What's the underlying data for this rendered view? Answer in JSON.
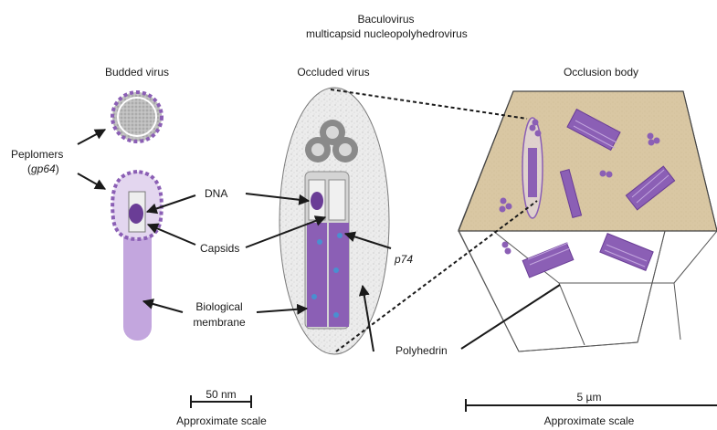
{
  "title": {
    "line1": "Baculovirus",
    "line2": "multicapsid nucleopolyhedrovirus"
  },
  "sections": {
    "budded": "Budded virus",
    "occluded": "Occluded virus",
    "occlusion_body": "Occlusion body"
  },
  "labels": {
    "peplomers": "Peplomers",
    "gp64": "gp64",
    "dna": "DNA",
    "capsids": "Capsids",
    "biological": "Biological",
    "membrane": "membrane",
    "p74": "p74",
    "polyhedrin": "Polyhedrin"
  },
  "scales": {
    "left_value": "50 nm",
    "left_caption": "Approximate scale",
    "right_value": "5 µm",
    "right_caption": "Approximate scale"
  },
  "colors": {
    "purple": "#8b5fb5",
    "purple_dark": "#6a3d96",
    "lavender": "#c3a6de",
    "blue_dot": "#4a8fd0",
    "sand": "#d9c7a3",
    "gray_fill": "#e8e8e8",
    "line": "#1a1a1a"
  }
}
